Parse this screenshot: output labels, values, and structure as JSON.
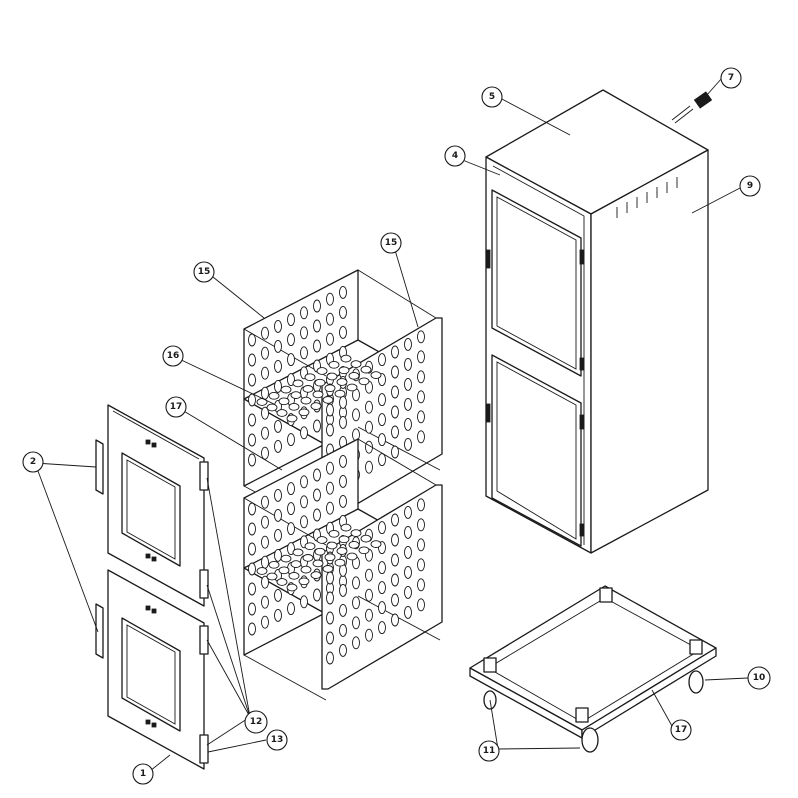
{
  "callouts": [
    {
      "id": "c1",
      "label": "1"
    },
    {
      "id": "c2",
      "label": "2"
    },
    {
      "id": "c4",
      "label": "4"
    },
    {
      "id": "c5",
      "label": "5"
    },
    {
      "id": "c7",
      "label": "7"
    },
    {
      "id": "c9",
      "label": "9"
    },
    {
      "id": "c10",
      "label": "10"
    },
    {
      "id": "c11",
      "label": "11"
    },
    {
      "id": "c12",
      "label": "12"
    },
    {
      "id": "c13",
      "label": "13"
    },
    {
      "id": "c15a",
      "label": "15"
    },
    {
      "id": "c15b",
      "label": "15"
    },
    {
      "id": "c16",
      "label": "16"
    },
    {
      "id": "c17a",
      "label": "17"
    },
    {
      "id": "c17b",
      "label": "17"
    }
  ]
}
